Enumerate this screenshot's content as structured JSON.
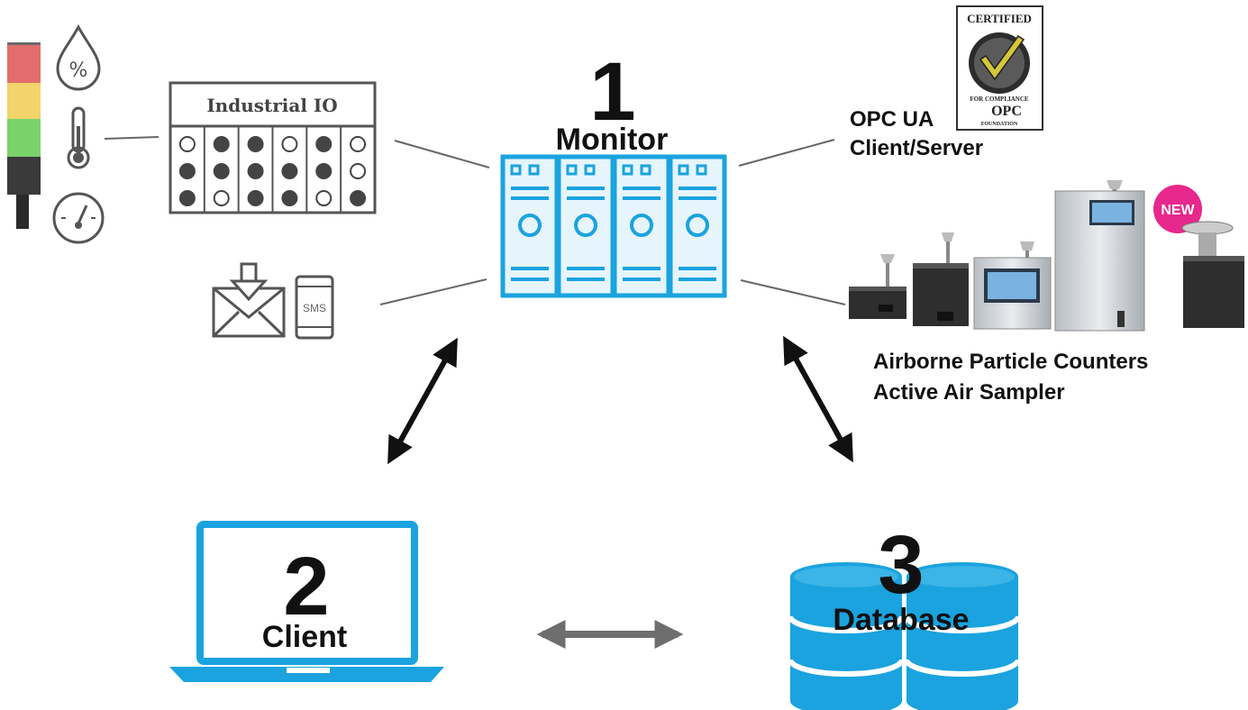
{
  "monitor": {
    "number": "1",
    "label": "Monitor"
  },
  "client": {
    "number": "2",
    "label": "Client"
  },
  "database": {
    "number": "3",
    "label": "Database"
  },
  "industrial_io": {
    "title": "Industrial IO",
    "grid": [
      [
        0,
        1,
        1,
        0,
        1,
        0
      ],
      [
        1,
        1,
        1,
        1,
        1,
        0
      ],
      [
        1,
        0,
        1,
        1,
        0,
        1
      ]
    ]
  },
  "opc": {
    "line1": "OPC UA",
    "line2": "Client/Server"
  },
  "certified_badge": {
    "top": "CERTIFIED",
    "middle": "FOR COMPLIANCE",
    "brand": "OPC",
    "bottom": "FOUNDATION"
  },
  "sensors": {
    "humidity_symbol": "%"
  },
  "notifications": {
    "sms_label": "SMS"
  },
  "instruments": {
    "line1": "Airborne Particle Counters",
    "line2": "Active Air Sampler",
    "new_badge": "NEW"
  },
  "colors": {
    "accent_blue": "#1aa3df",
    "accent_blue_light": "#e6f5fc",
    "dark_text": "#111111",
    "gray_icon": "#555555",
    "stack_red": "#e36c6c",
    "stack_yellow": "#f3d36b",
    "stack_green": "#7ad36a",
    "new_pink": "#e6288c"
  }
}
